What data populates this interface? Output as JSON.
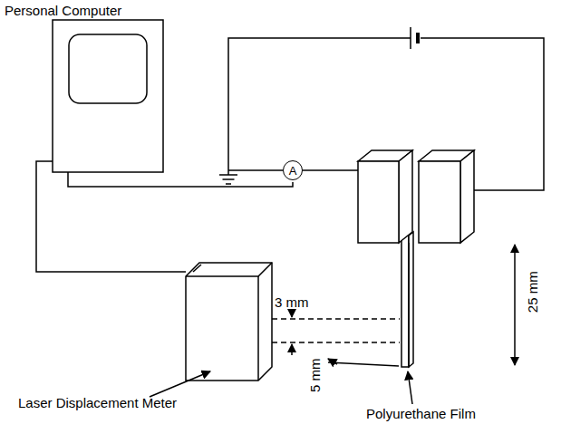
{
  "diagram": {
    "nodes": [
      {
        "text": [
          "A"
        ]
      }
    ],
    "labels": [
      "Personal Computer",
      "3 mm",
      "5 mm",
      "25 mm",
      "Laser Displacement Meter",
      "Polyurethane Film"
    ]
  }
}
